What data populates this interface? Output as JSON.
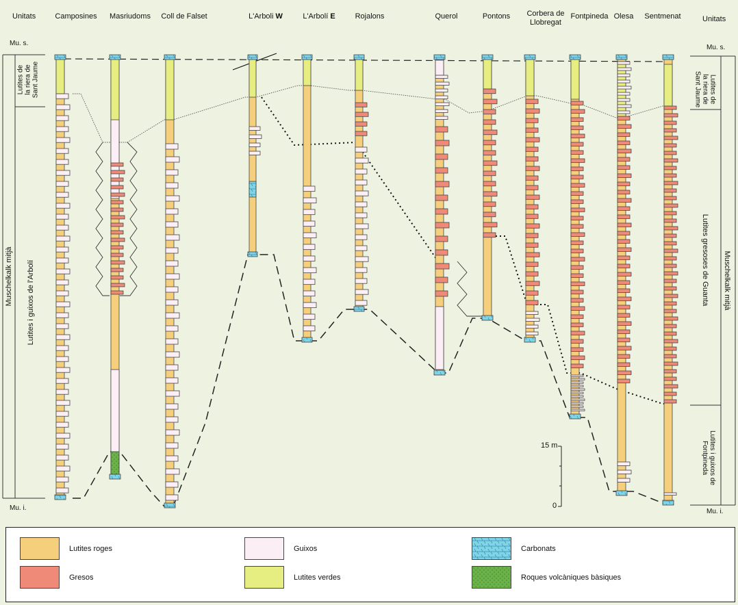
{
  "header": {
    "unitats_left": "Unitats",
    "unitats_right": "Unitats",
    "columns": [
      "Camposines",
      "Masriudoms",
      "Coll de Falset",
      "L'Arboli",
      "L'Arbolí",
      "Rojalons",
      "Querol",
      "Pontons",
      "Corbera de\nLlobregat",
      "Fontpineda",
      "Olesa",
      "Sentmenat"
    ],
    "arboli_w_suffix": "W",
    "arboli_e_suffix": "E"
  },
  "left_units": {
    "mu_s": "Mu. s.",
    "mu_i": "Mu. i.",
    "muschelkalk_mitja": "Muschelkalk mitjà",
    "lutites_riera": "Lutites de\nla riera de\nSant Jaume",
    "lutites_guixos_arboli": "Lutites i guixos de l'Arbolí"
  },
  "right_units": {
    "mu_s": "Mu. s.",
    "mu_i": "Mu. i.",
    "muschelkalk_mitja": "Muschelkalk mitjà",
    "lutites_riera": "Lutites de\nla riera de\nSant Jaume",
    "lutites_gresoses": "Lutites gresoses de Guanta",
    "lutites_guixos_fontpineda": "Lutites i guixos de\nFontpineda"
  },
  "scale": {
    "top_label": "15 m",
    "bottom_label": "0"
  },
  "legend": {
    "lutites_roges": "Lutites roges",
    "gresos": "Gresos",
    "guixos": "Guixos",
    "lutites_verdes": "Lutites verdes",
    "carbonats": "Carbonats",
    "roques_volcaniques": "Roques volcàniques bàsiques"
  },
  "colors": {
    "lutites_roges": "#f6cf7c",
    "gresos": "#ef8a78",
    "guixos": "#fbeef4",
    "lutites_verdes": "#e6ee82",
    "carbonats": "#7fd4e8",
    "roques_volcaniques": "#6cb24a",
    "background": "#eef3e1"
  }
}
